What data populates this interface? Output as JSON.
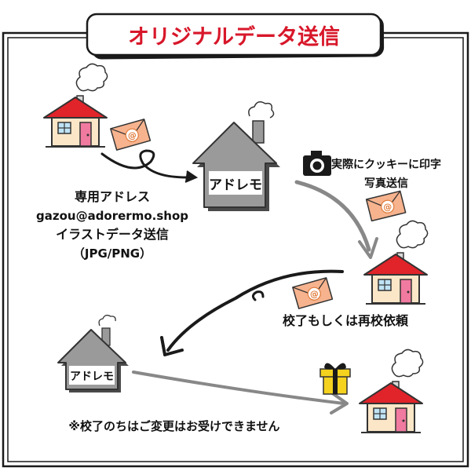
{
  "title": "オリジナルデータ送信",
  "step1": {
    "line1": "専用アドレス",
    "line2": "gazou@adorermo.shop",
    "line3": "イラストデータ送信",
    "line4": "（JPG/PNG）"
  },
  "step2": {
    "line1": "実際にクッキーに印字",
    "line2": "写真送信"
  },
  "step3": {
    "label": "校了もしくは再校依頼"
  },
  "note": "※校了のちはご変更はお受けできません",
  "house_label": "アドレモ",
  "colors": {
    "title_red": "#d8172a",
    "roof_red": "#e0242a",
    "wall_cream": "#fbe7c8",
    "door_pink": "#f07aa0",
    "envelope": "#f6b38e",
    "gray_house": "#9a9a9a",
    "gift_yellow": "#f5d21e"
  }
}
